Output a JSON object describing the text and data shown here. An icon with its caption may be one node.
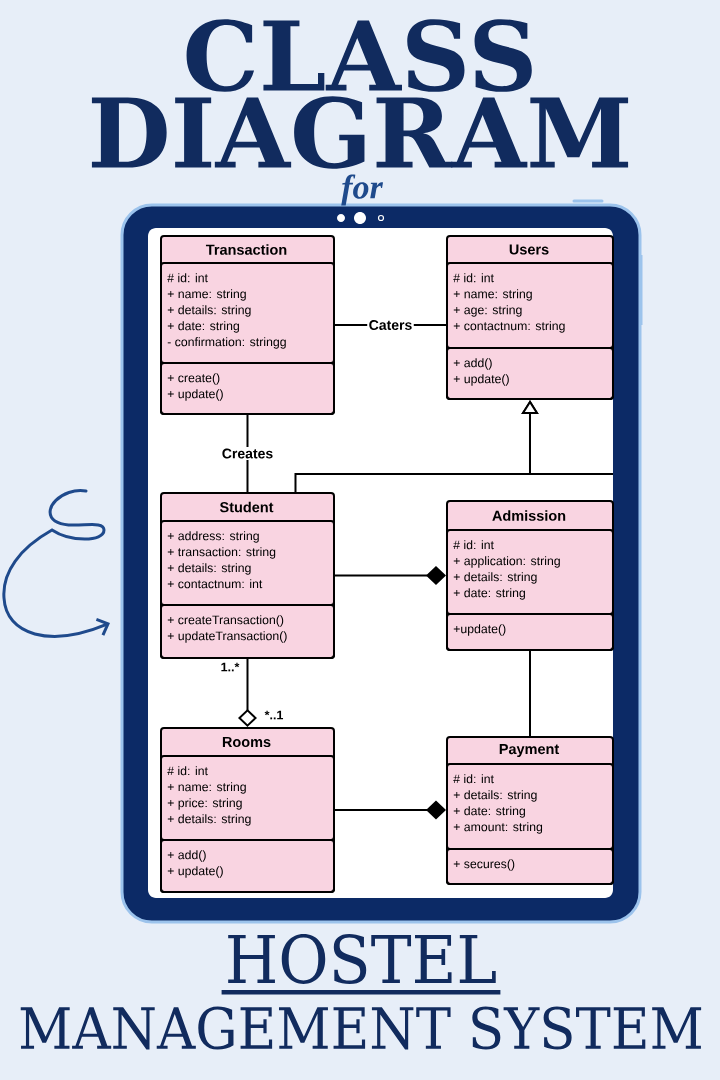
{
  "diagram": {
    "title": "CLASS DIAGRAM",
    "nodes": [
      {
        "text": [
          "Transaction"
        ]
      },
      {
        "text": [
          "# id: int",
          "+ name: string",
          "+ details: string",
          "+ date: string",
          "- confirmation: stringg"
        ],
        "in": 0
      },
      {
        "text": [
          "+ create()",
          "+ update()"
        ],
        "in": 0
      },
      {
        "text": [
          "Users"
        ]
      },
      {
        "text": [
          "# id: int",
          "+ name: string",
          "+ age: string",
          "+ contactnum: string"
        ],
        "in": 3
      },
      {
        "text": [
          "+ add()",
          "+ update()"
        ],
        "in": 3
      },
      {
        "text": [
          "Student"
        ]
      },
      {
        "text": [
          "+ address: string",
          "+ transaction: string",
          "+ details: string",
          "+ contactnum: int"
        ],
        "in": 6
      },
      {
        "text": [
          "+ createTransaction()",
          "+ updateTransaction()"
        ],
        "in": 6
      },
      {
        "text": [
          "Admission"
        ]
      },
      {
        "text": [
          "# id: int",
          "+ application: string",
          "+ details: string",
          "+ date: string"
        ],
        "in": 9
      },
      {
        "text": [
          "+update()"
        ],
        "in": 9
      },
      {
        "text": [
          "Rooms"
        ]
      },
      {
        "text": [
          "# id: int",
          "+ name: string",
          "+ price: string",
          "+ details: string"
        ],
        "in": 12
      },
      {
        "text": [
          "+ add()",
          "+ update()"
        ],
        "in": 12
      },
      {
        "text": [
          "Payment"
        ]
      },
      {
        "text": [
          "# id: int",
          "+ details: string",
          "+ date: string",
          "+ amount: string"
        ],
        "in": 15
      },
      {
        "text": [
          "+ secures()"
        ],
        "in": 15
      }
    ],
    "edges": [
      {
        "from": 0,
        "to": 3,
        "label": "Caters",
        "arrow": "none"
      },
      {
        "from": 0,
        "to": 6,
        "label": "Creates",
        "arrow": "none"
      },
      {
        "from": 6,
        "to": 3,
        "arrow": "to"
      },
      {
        "from": 6,
        "to": 9,
        "arrow": "other"
      },
      {
        "from": 6,
        "to": 12,
        "arrow": "other"
      },
      {
        "from": 9,
        "to": 15,
        "arrow": "none"
      },
      {
        "from": 12,
        "to": 15,
        "arrow": "other"
      },
      {
        "from": null,
        "to": 3,
        "arrow": "to"
      }
    ],
    "labels": [
      "for",
      "1..*",
      "*..1",
      "HOSTEL",
      "MANAGEMENT SYSTEM"
    ]
  }
}
